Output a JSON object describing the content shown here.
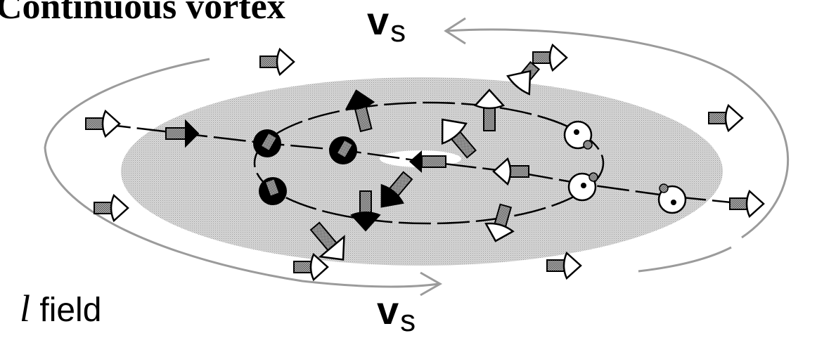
{
  "title": "Continuous vortex",
  "velocity_label_top": {
    "main": "v",
    "sub": "s"
  },
  "velocity_label_bottom": {
    "main": "v",
    "sub": "s"
  },
  "field_label": {
    "symbol": "l",
    "text": " field"
  }
}
